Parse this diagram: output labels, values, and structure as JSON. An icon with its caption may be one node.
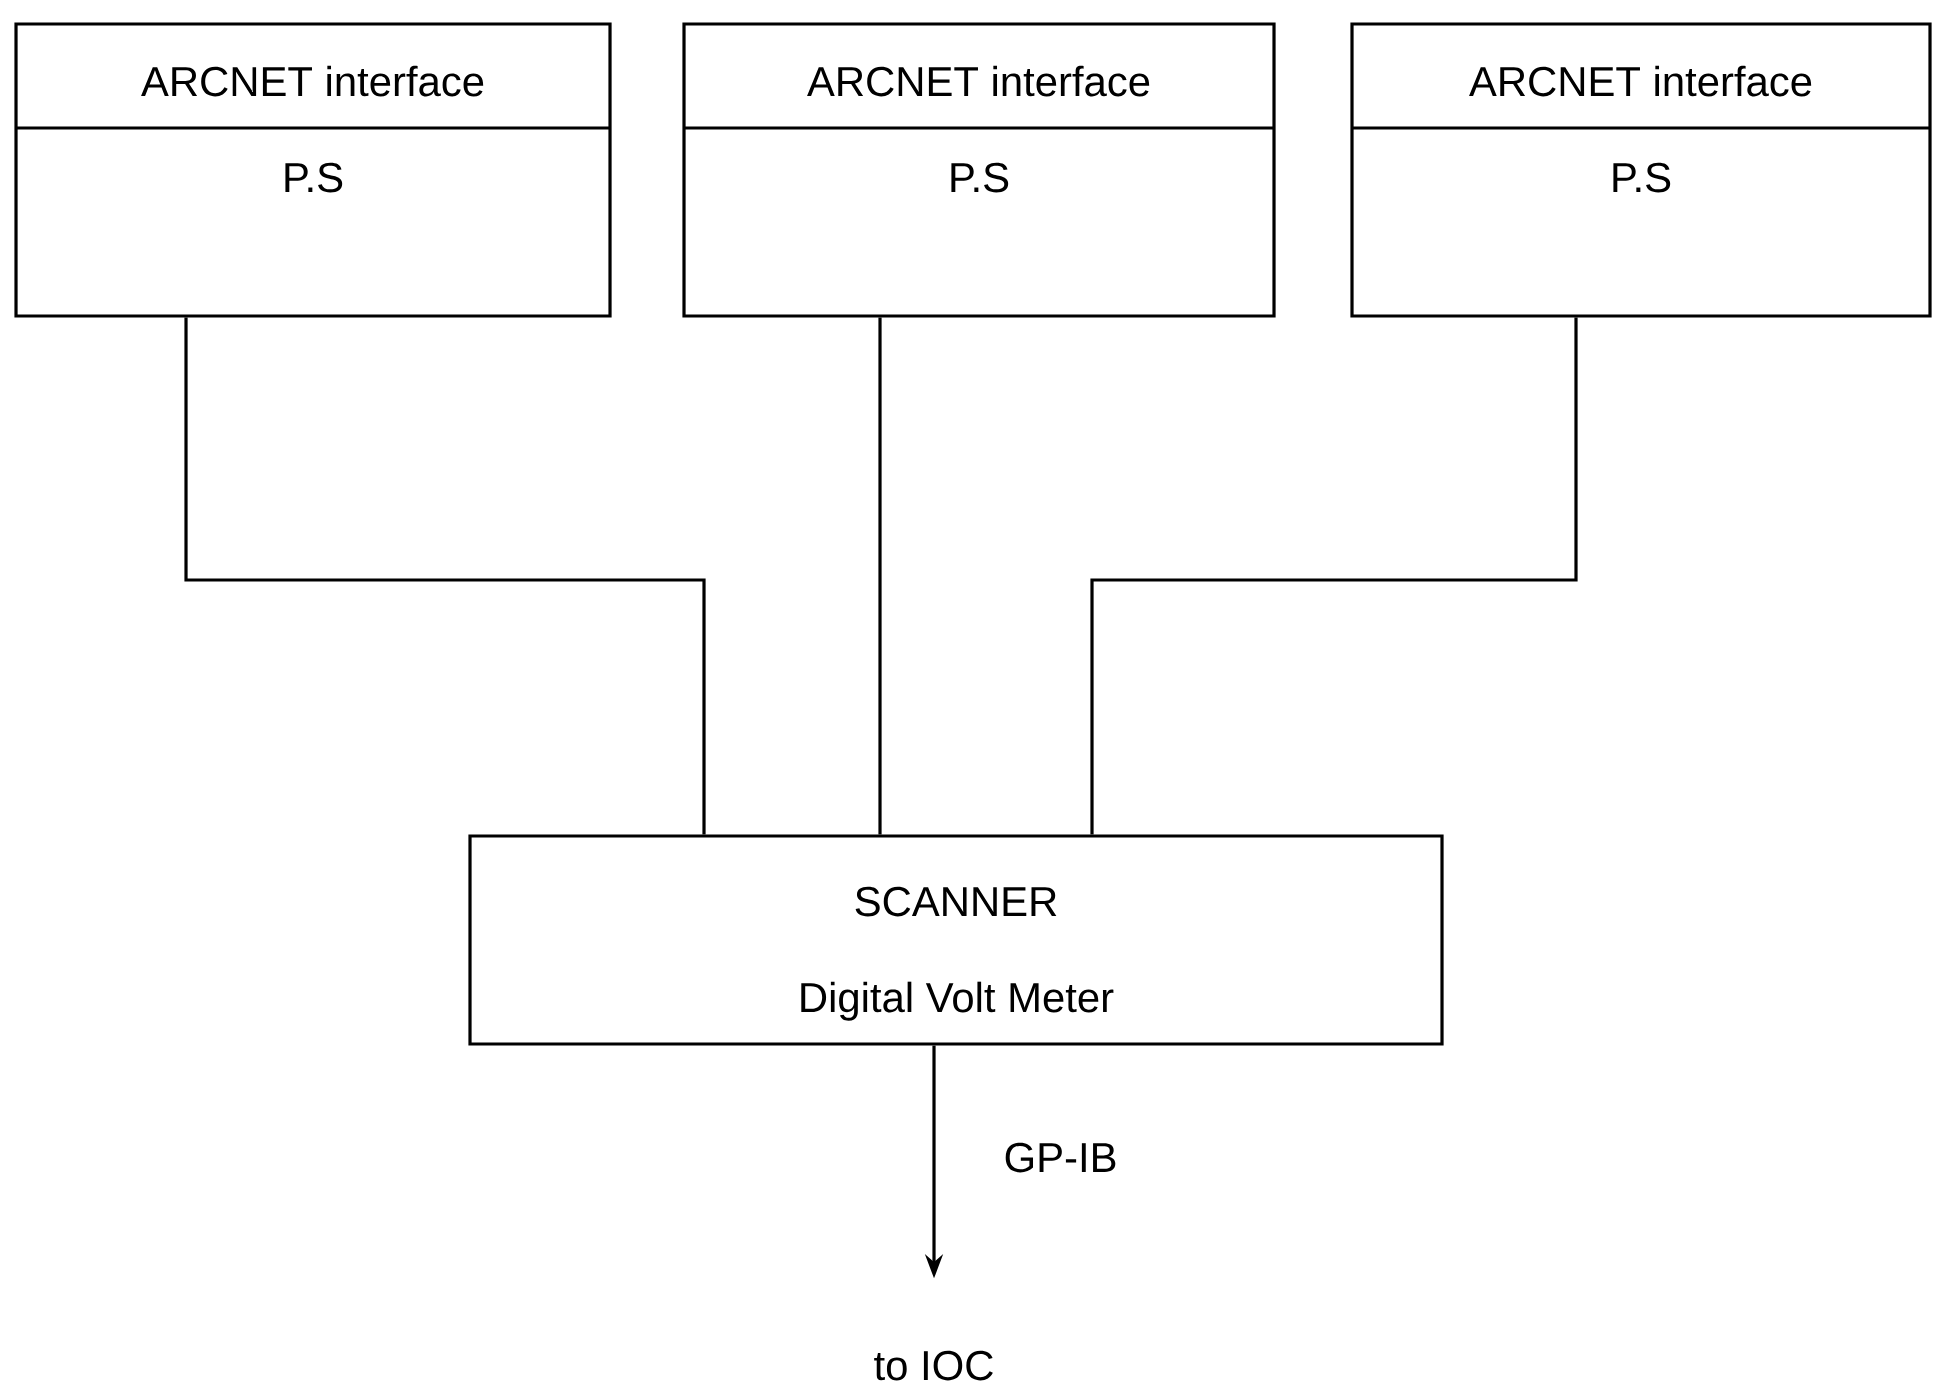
{
  "diagram": {
    "nodes": [
      {
        "text": [
          "ARCNET interface",
          "P.S"
        ]
      },
      {
        "text": [
          "ARCNET interface",
          "P.S"
        ]
      },
      {
        "text": [
          "ARCNET interface",
          "P.S"
        ]
      },
      {
        "text": [
          "SCANNER",
          "Digital Volt Meter"
        ]
      },
      {
        "text": [
          "to IOC"
        ]
      }
    ],
    "edges": [
      {
        "from": 0,
        "to": 3,
        "arrow": "none"
      },
      {
        "from": 1,
        "to": 3,
        "arrow": "none"
      },
      {
        "from": 2,
        "to": 3,
        "arrow": "none"
      },
      {
        "from": 3,
        "to": 4,
        "arrow": "to",
        "label": "GP-IB"
      }
    ]
  }
}
